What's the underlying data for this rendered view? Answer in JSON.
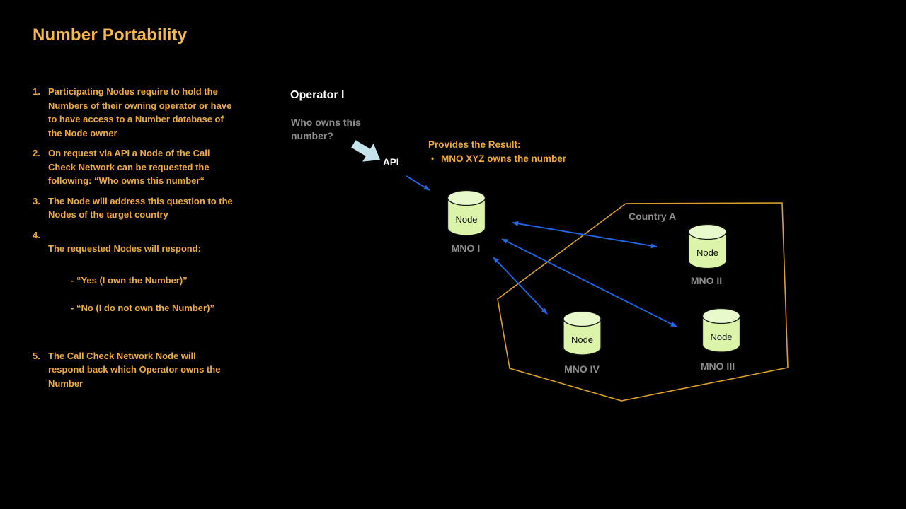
{
  "slide": {
    "title": "Number Portability",
    "colors": {
      "background": "#000000",
      "title_gold": "#F5BA4D",
      "list_orange": "#F0A93C",
      "arrow_blue": "#2368E9",
      "country_outline_orange": "#D9A02C",
      "node_body_green": "#DBF4AA",
      "node_top_green": "#E8FACC",
      "gray_label": "#8D8D8D",
      "block_arrow_blue": "#C6E3EC"
    }
  },
  "list": {
    "items": [
      {
        "number": "1.",
        "text": "Participating Nodes require to hold the\nNumbers of their owning operator or have\nto have access to a Number database of\nthe Node owner"
      },
      {
        "number": "2.",
        "text": "On request via API a Node of the Call\nCheck Network can be requested the\nfollowing: “Who owns this number“"
      },
      {
        "number": "3.",
        "text": "The Node will address this question to the\nNodes of the target country"
      },
      {
        "number": "4.",
        "text": "The requested Nodes will respond:",
        "sub": [
          "- “Yes (I own the Number)”",
          "- “No (I do not own the Number)”"
        ]
      },
      {
        "number": "5.",
        "text": "The Call Check Network Node will\nrespond back which Operator owns the\nNumber"
      }
    ]
  },
  "diagram": {
    "operator_label": "Operator I",
    "question": "Who owns this\nnumber?",
    "api_label": "API",
    "result": {
      "heading": "Provides the Result:",
      "bullet_glyph": "•",
      "bullet_text": "MNO XYZ owns the number"
    },
    "country_label": "Country A",
    "nodes": [
      {
        "label": "Node",
        "operator": "MNO I"
      },
      {
        "label": "Node",
        "operator": "MNO II"
      },
      {
        "label": "Node",
        "operator": "MNO III"
      },
      {
        "label": "Node",
        "operator": "MNO IV"
      }
    ]
  }
}
